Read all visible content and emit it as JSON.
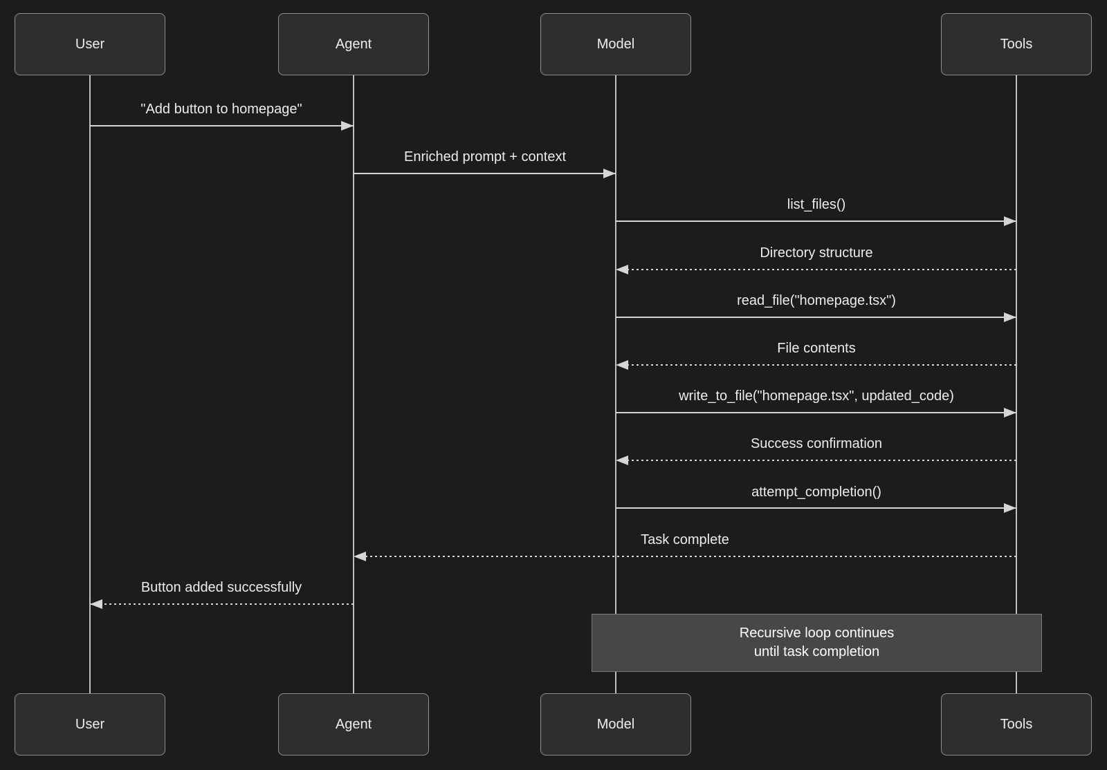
{
  "colors": {
    "background": "#1c1c1c",
    "actor-fill": "#2e2e2e",
    "actor-border": "#8f8f8f",
    "lifeline": "#c0c0c0",
    "arrow": "#d6d6d6",
    "text": "#ececec",
    "note-fill": "#474747",
    "note-border": "#787878",
    "note-text": "#ffffff"
  },
  "actors": [
    {
      "label": "User"
    },
    {
      "label": "Agent"
    },
    {
      "label": "Model"
    },
    {
      "label": "Tools"
    }
  ],
  "messages": [
    {
      "from": "User",
      "to": "Agent",
      "type": "solid",
      "label": "\"Add button to homepage\""
    },
    {
      "from": "Agent",
      "to": "Model",
      "type": "solid",
      "label": "Enriched prompt + context"
    },
    {
      "from": "Model",
      "to": "Tools",
      "type": "solid",
      "label": "list_files()"
    },
    {
      "from": "Tools",
      "to": "Model",
      "type": "dashed",
      "label": "Directory structure"
    },
    {
      "from": "Model",
      "to": "Tools",
      "type": "solid",
      "label": "read_file(\"homepage.tsx\")"
    },
    {
      "from": "Tools",
      "to": "Model",
      "type": "dashed",
      "label": "File contents"
    },
    {
      "from": "Model",
      "to": "Tools",
      "type": "solid",
      "label": "write_to_file(\"homepage.tsx\", updated_code)"
    },
    {
      "from": "Tools",
      "to": "Model",
      "type": "dashed",
      "label": "Success confirmation"
    },
    {
      "from": "Model",
      "to": "Tools",
      "type": "solid",
      "label": "attempt_completion()"
    },
    {
      "from": "Tools",
      "to": "Agent",
      "type": "dashed",
      "label": "Task complete"
    },
    {
      "from": "Agent",
      "to": "User",
      "type": "dashed",
      "label": "Button added successfully"
    }
  ],
  "note": {
    "line1": "Recursive loop continues",
    "line2": "until task completion"
  }
}
